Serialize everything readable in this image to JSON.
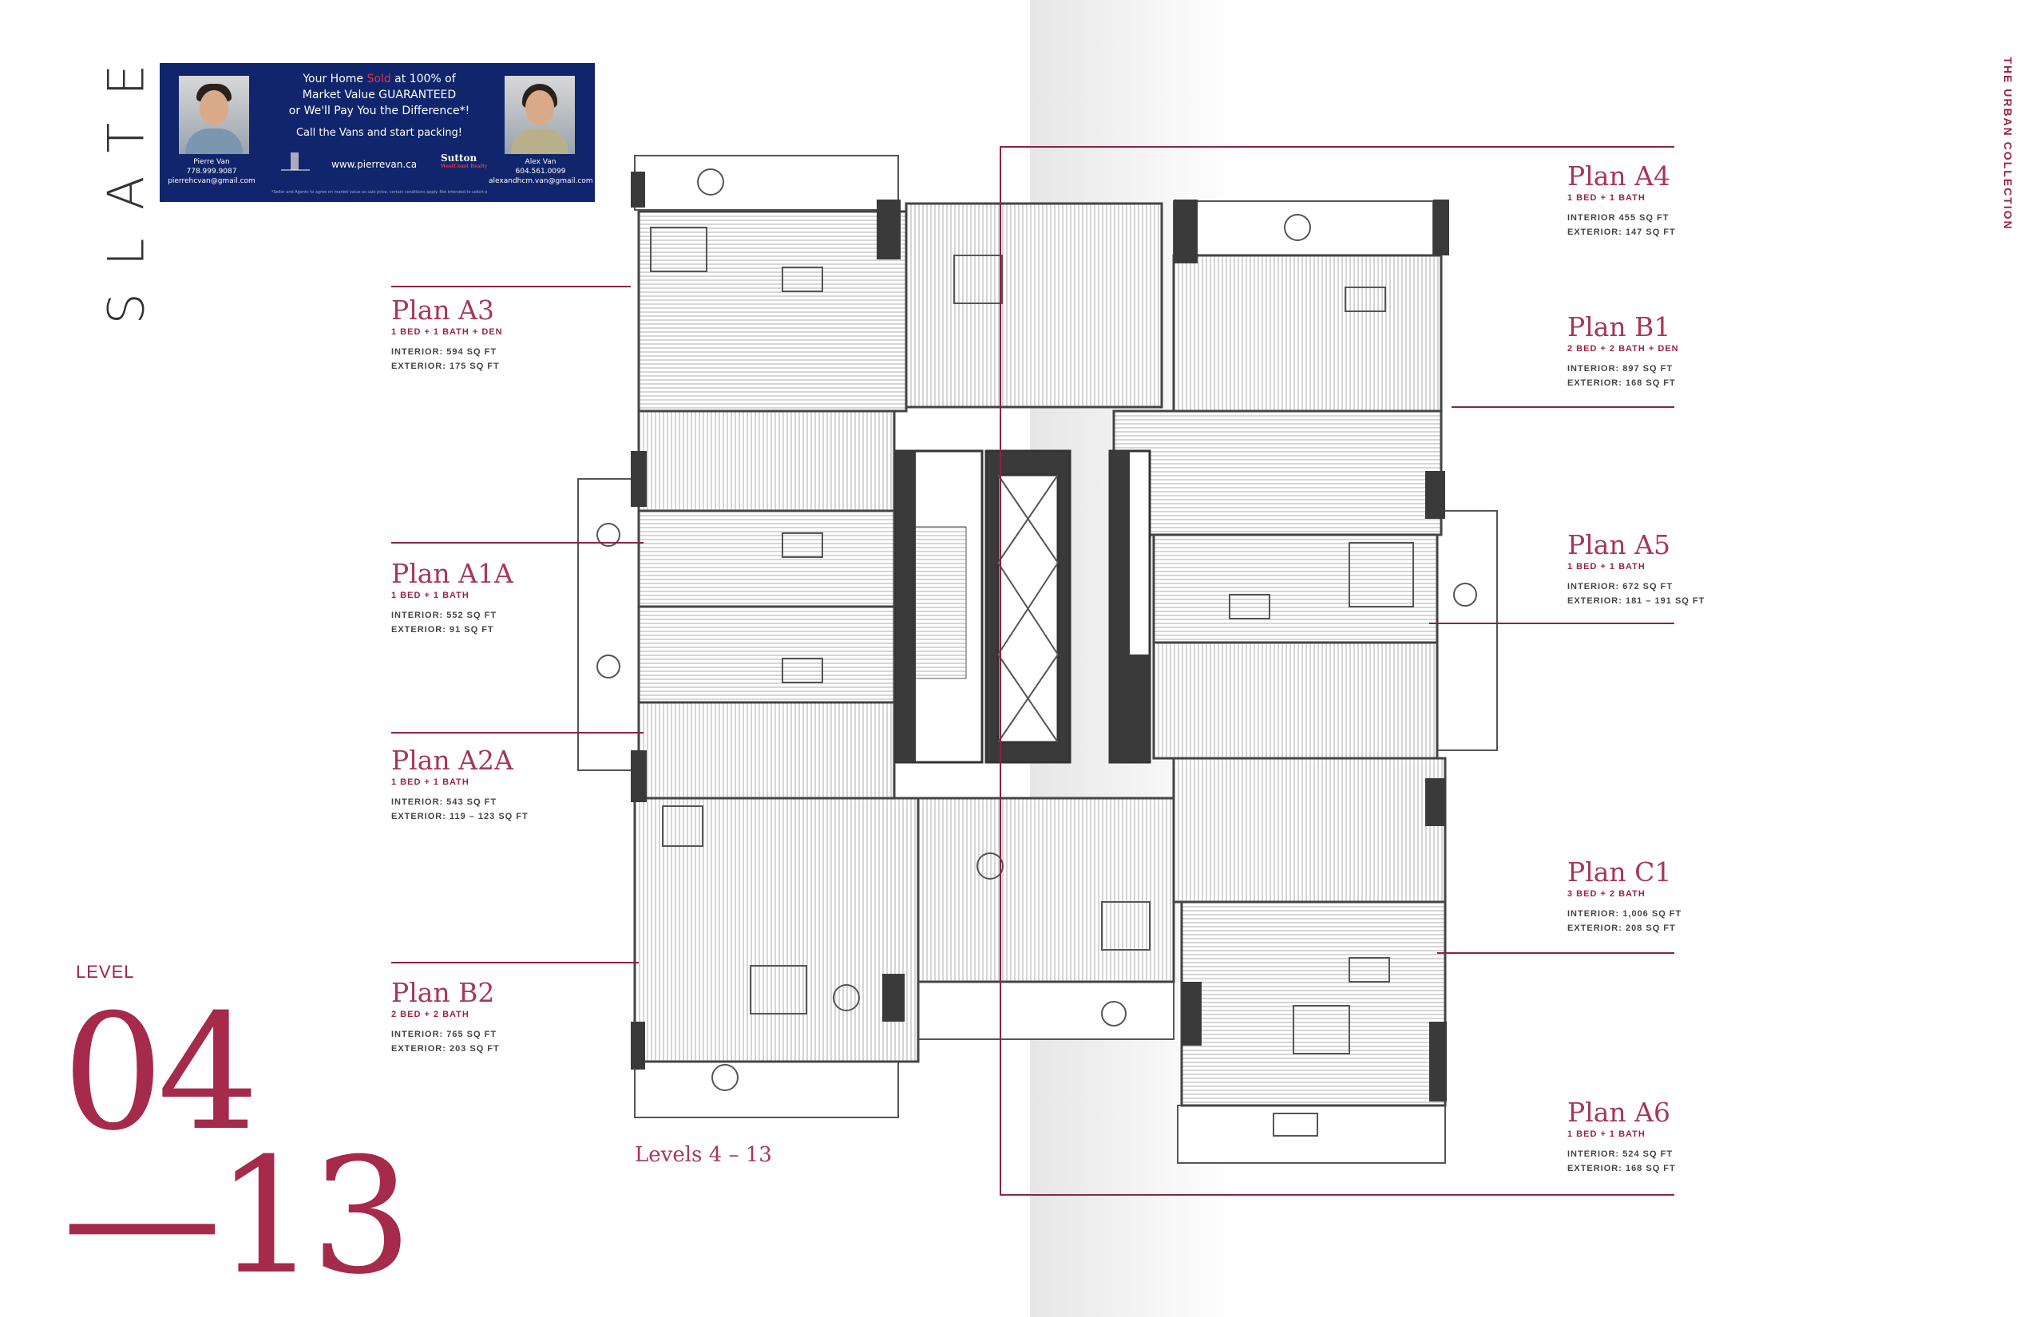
{
  "brand": "SLATE",
  "collection": "THE URBAN COLLECTION",
  "ad": {
    "headline_1": "Your Home ",
    "headline_sold": "Sold",
    "headline_2": " at 100% of",
    "headline_3": "Market Value GUARANTEED",
    "headline_4": "or We'll Pay You the Difference*!",
    "call": "Call the Vans and start packing!",
    "website": "www.pierrevan.ca",
    "sutton_logo": "Sutton",
    "sutton_sub": "WestCoast Realty",
    "agent_left": {
      "name": "Pierre Van",
      "phone": "778.999.9087",
      "email": "pierrehcvan@gmail.com"
    },
    "agent_right": {
      "name": "Alex Van",
      "phone": "604.561.0099",
      "email": "alexandhcm.van@gmail.com"
    },
    "fine_print": "*Seller and Agents to agree on market value as sale price, certain conditions apply. Not intended to solicit properties already listed."
  },
  "plans_left": [
    {
      "name": "Plan A3",
      "type": "1 BED + 1 BATH + DEN",
      "interior": "INTERIOR: 594 SQ FT",
      "exterior": "EXTERIOR: 175 SQ FT"
    },
    {
      "name": "Plan A1A",
      "type": "1 BED + 1 BATH",
      "interior": "INTERIOR: 552 SQ FT",
      "exterior": "EXTERIOR: 91 SQ FT"
    },
    {
      "name": "Plan A2A",
      "type": "1 BED + 1 BATH",
      "interior": "INTERIOR: 543 SQ FT",
      "exterior": "EXTERIOR: 119 – 123 SQ FT"
    },
    {
      "name": "Plan B2",
      "type": "2 BED + 2 BATH",
      "interior": "INTERIOR: 765 SQ FT",
      "exterior": "EXTERIOR: 203 SQ FT"
    }
  ],
  "plans_right": [
    {
      "name": "Plan A4",
      "type": "1 BED + 1 BATH",
      "interior": "INTERIOR 455 SQ FT",
      "exterior": "EXTERIOR: 147 SQ FT"
    },
    {
      "name": "Plan B1",
      "type": "2 BED + 2 BATH + DEN",
      "interior": "INTERIOR: 897 SQ FT",
      "exterior": "EXTERIOR: 168 SQ FT"
    },
    {
      "name": "Plan A5",
      "type": "1 BED + 1 BATH",
      "interior": "INTERIOR: 672 SQ FT",
      "exterior": "EXTERIOR: 181 – 191 SQ FT"
    },
    {
      "name": "Plan C1",
      "type": "3 BED + 2 BATH",
      "interior": "INTERIOR: 1,006 SQ FT",
      "exterior": "EXTERIOR: 208 SQ FT"
    },
    {
      "name": "Plan A6",
      "type": "1 BED + 1 BATH",
      "interior": "INTERIOR: 524 SQ FT",
      "exterior": "EXTERIOR: 168 SQ FT"
    }
  ],
  "level": {
    "label": "LEVEL",
    "from": "04",
    "to": "—13",
    "range_caption": "Levels 4 – 13"
  },
  "colors": {
    "accent": "#9b2444",
    "ad_bg": "#10256b",
    "wall": "#333333"
  }
}
